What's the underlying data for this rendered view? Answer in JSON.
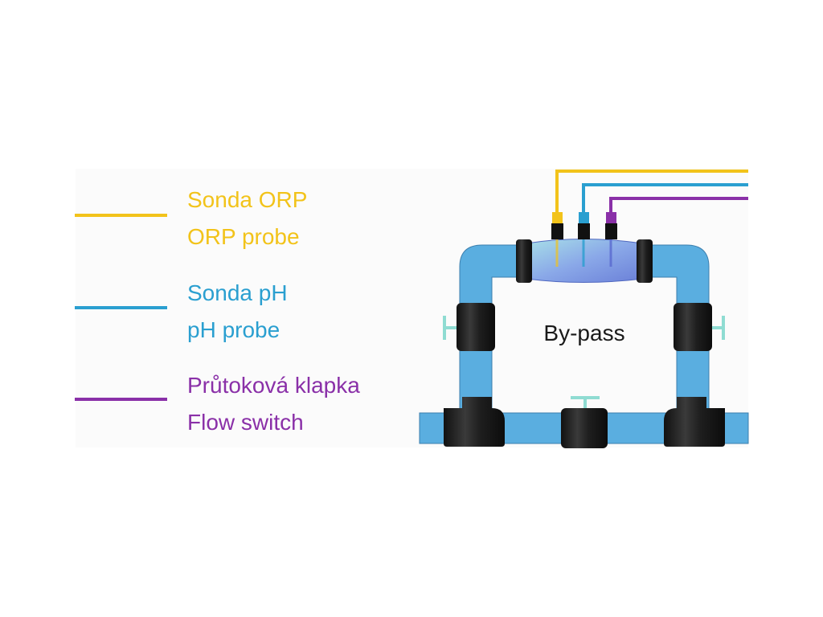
{
  "colors": {
    "orp": "#f2c31a",
    "ph": "#2a9fd0",
    "flow": "#8a30a8",
    "pipe": "#5aaee0",
    "fitting": "#1a1a1a",
    "valve": "#8fdcd2",
    "probe_body": "#7a8fe0"
  },
  "legend": {
    "orp": {
      "line1": "Sonda ORP",
      "line2": "ORP probe"
    },
    "ph": {
      "line1": "Sonda pH",
      "line2": "pH probe"
    },
    "flow": {
      "line1": "Průtoková klapka",
      "line2": "Flow switch"
    }
  },
  "diagram": {
    "bypass_label": "By-pass"
  }
}
